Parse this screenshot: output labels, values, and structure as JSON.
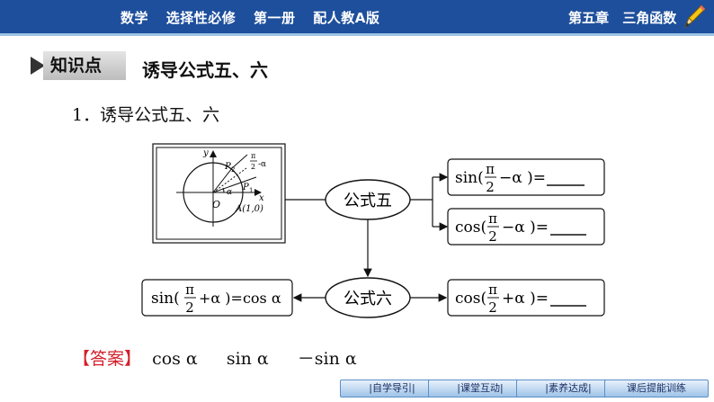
{
  "header": {
    "items": [
      "数学",
      "选择性必修",
      "第一册",
      "配人教A版"
    ],
    "chapter": "第五章",
    "chapter_title": "三角函数"
  },
  "section": {
    "badge": "知识点",
    "title": "诱导公式五、六"
  },
  "item_title": "1．诱导公式五、六",
  "diagram": {
    "unit_circle": {
      "y_axis": "y",
      "x_axis": "x",
      "origin": "O",
      "point_a": "A(1,0)",
      "p1": "P",
      "p1_sub": "1",
      "p2": "P",
      "p2_sub": "2",
      "angle": "α",
      "angle2_num": "π",
      "angle2_den": "2",
      "angle2_tail": "-α"
    },
    "formula5_label": "公式五",
    "formula6_label": "公式六",
    "f5_sin": {
      "pre": "sin(",
      "num": "π",
      "den": "2",
      "post": "−α )="
    },
    "f5_cos": {
      "pre": "cos(",
      "num": "π",
      "den": "2",
      "post": "−α )="
    },
    "f6_sin": {
      "pre": "sin(",
      "num": "π",
      "den": "2",
      "post": "+α )=cos α"
    },
    "f6_cos": {
      "pre": "cos(",
      "num": "π",
      "den": "2",
      "post": "+α )="
    }
  },
  "answer": {
    "label": "【答案】",
    "values": [
      "cos α",
      "sin α",
      "－sin α"
    ]
  },
  "footer": {
    "buttons": [
      "|自学导引|",
      "|课堂互动|",
      "|素养达成|",
      "课后提能训练"
    ]
  },
  "colors": {
    "header_bg": "#1e4f9c",
    "answer_label": "#d3202a"
  }
}
